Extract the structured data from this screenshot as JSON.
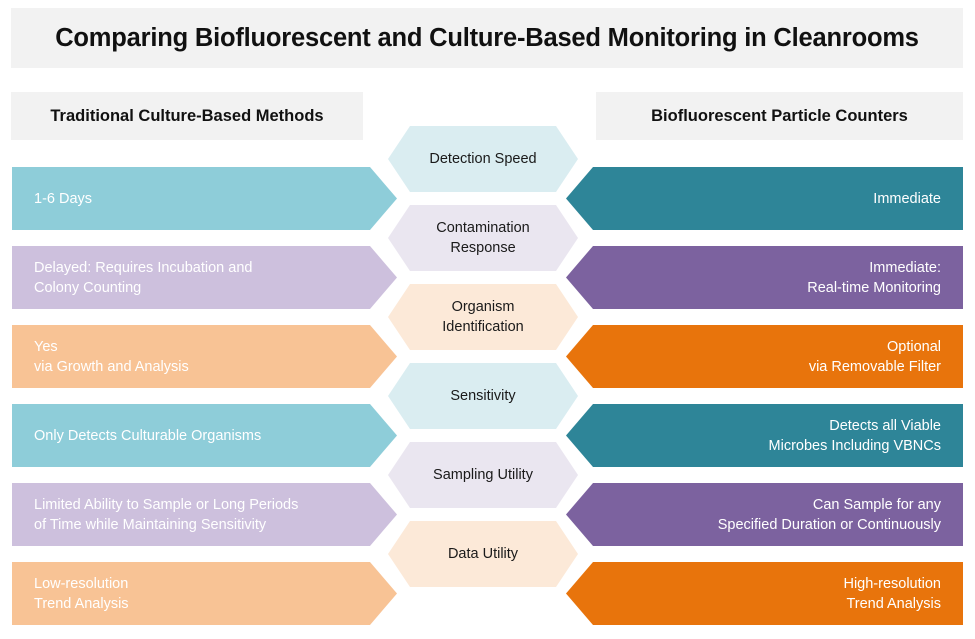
{
  "title": "Comparing Biofluorescent and Culture-Based Monitoring in Cleanrooms",
  "headers": {
    "left": "Traditional Culture-Based Methods",
    "right": "Biofluorescent Particle Counters"
  },
  "colors": {
    "title_bg": "#f2f2f2",
    "header_bg": "#f2f2f2",
    "page_bg": "#ffffff",
    "left_teal": "#8ecdd9",
    "left_purple": "#cdc0dd",
    "left_orange": "#f8c395",
    "right_teal": "#2e8598",
    "right_purple": "#7c629f",
    "right_orange": "#e8740c",
    "hex_teal": "#daedf1",
    "hex_purple": "#eae6f0",
    "hex_orange": "#fce9d8",
    "bar_text": "#ffffff",
    "hex_text": "#1a1a1a"
  },
  "rows": [
    {
      "category": "Detection Speed",
      "category_lines": [
        "Detection Speed"
      ],
      "accent": "teal",
      "left_lines": [
        "1-6 Days"
      ],
      "right_lines": [
        "Immediate"
      ]
    },
    {
      "category": "Contamination Response",
      "category_lines": [
        "Contamination",
        "Response"
      ],
      "accent": "purple",
      "left_lines": [
        "Delayed: Requires Incubation and",
        "Colony Counting"
      ],
      "right_lines": [
        "Immediate:",
        "Real-time Monitoring"
      ]
    },
    {
      "category": "Organism Identification",
      "category_lines": [
        "Organism",
        "Identification"
      ],
      "accent": "orange",
      "left_lines": [
        "Yes",
        "via Growth and Analysis"
      ],
      "right_lines": [
        "Optional",
        "via Removable Filter"
      ]
    },
    {
      "category": "Sensitivity",
      "category_lines": [
        "Sensitivity"
      ],
      "accent": "teal",
      "left_lines": [
        "Only Detects Culturable Organisms"
      ],
      "right_lines": [
        "Detects all Viable",
        "Microbes Including VBNCs"
      ]
    },
    {
      "category": "Sampling Utility",
      "category_lines": [
        "Sampling Utility"
      ],
      "accent": "purple",
      "left_lines": [
        "Limited Ability to Sample or Long Periods",
        "of Time while Maintaining Sensitivity"
      ],
      "right_lines": [
        "Can Sample for any",
        "Specified Duration or Continuously"
      ]
    },
    {
      "category": "Data Utility",
      "category_lines": [
        "Data Utility"
      ],
      "accent": "orange",
      "left_lines": [
        "Low-resolution",
        "Trend Analysis"
      ],
      "right_lines": [
        "High-resolution",
        "Trend Analysis"
      ]
    }
  ],
  "layout": {
    "row_top_start": 167,
    "row_pitch": 79,
    "hex_top_start": 126
  }
}
